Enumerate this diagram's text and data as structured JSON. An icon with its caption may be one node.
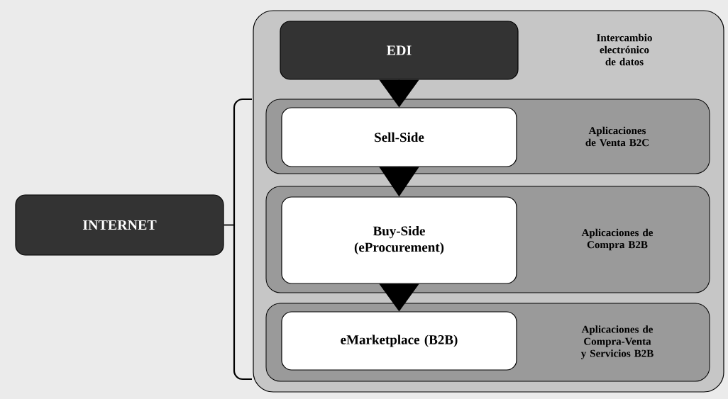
{
  "diagram": {
    "nodes": [
      {
        "text": [],
        "shape": "box"
      },
      {
        "text": [
          "EDI"
        ],
        "in": 0
      },
      {
        "text": [
          "Aplicaciones de Venta B2C"
        ],
        "in": 0
      },
      {
        "text": [
          "Sell-Side"
        ],
        "in": 2
      },
      {
        "text": [
          "Aplicaciones de Compra B2B"
        ],
        "in": 0
      },
      {
        "text": [
          "Buy-Side (eProcurement)"
        ],
        "in": 4
      },
      {
        "text": [
          "Aplicaciones de Compra-Venta y Servicios B2B"
        ],
        "in": 0
      },
      {
        "text": [
          "eMarketplace (B2B)"
        ],
        "in": 6
      },
      {
        "text": [
          "INTERNET"
        ]
      },
      {
        "text": [],
        "shape": "bracket"
      }
    ],
    "edges": [
      {
        "from": 1,
        "to": 3,
        "arrow": "to"
      },
      {
        "from": 3,
        "to": 5,
        "arrow": "to"
      },
      {
        "from": 5,
        "to": 7,
        "arrow": "to"
      },
      {
        "from": 8,
        "to": 9,
        "arrow": "none"
      }
    ],
    "labels": [
      "Intercambio electrónico de datos"
    ]
  }
}
